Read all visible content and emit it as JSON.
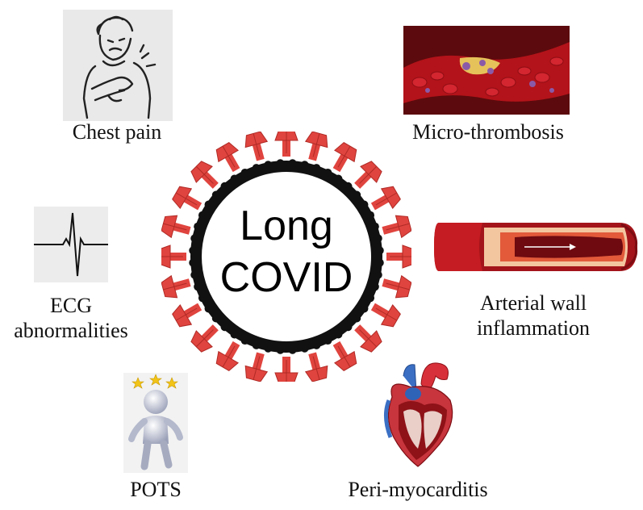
{
  "center": {
    "line1": "Long",
    "line2": "COVID"
  },
  "items": [
    {
      "id": "chest-pain",
      "label": "Chest pain",
      "icon": "chest-pain-person-icon"
    },
    {
      "id": "micro-thrombosis",
      "label": "Micro-thrombosis",
      "icon": "blood-vessel-clot-icon"
    },
    {
      "id": "ecg",
      "label_lines": [
        "ECG",
        "abnormalities"
      ],
      "icon": "ecg-waveform-icon"
    },
    {
      "id": "arterial",
      "label_lines": [
        "Arterial wall",
        "inflammation"
      ],
      "icon": "artery-cross-section-icon"
    },
    {
      "id": "pots",
      "label": "POTS",
      "icon": "dizzy-figure-icon"
    },
    {
      "id": "peri-myocarditis",
      "label": "Peri-myocarditis",
      "icon": "heart-icon"
    }
  ],
  "colors": {
    "spike": "#e0443e",
    "spike_dark": "#b02a26",
    "virus_ring": "#111111",
    "vessel": "#b3131a",
    "plasma": "#7a0d12"
  }
}
